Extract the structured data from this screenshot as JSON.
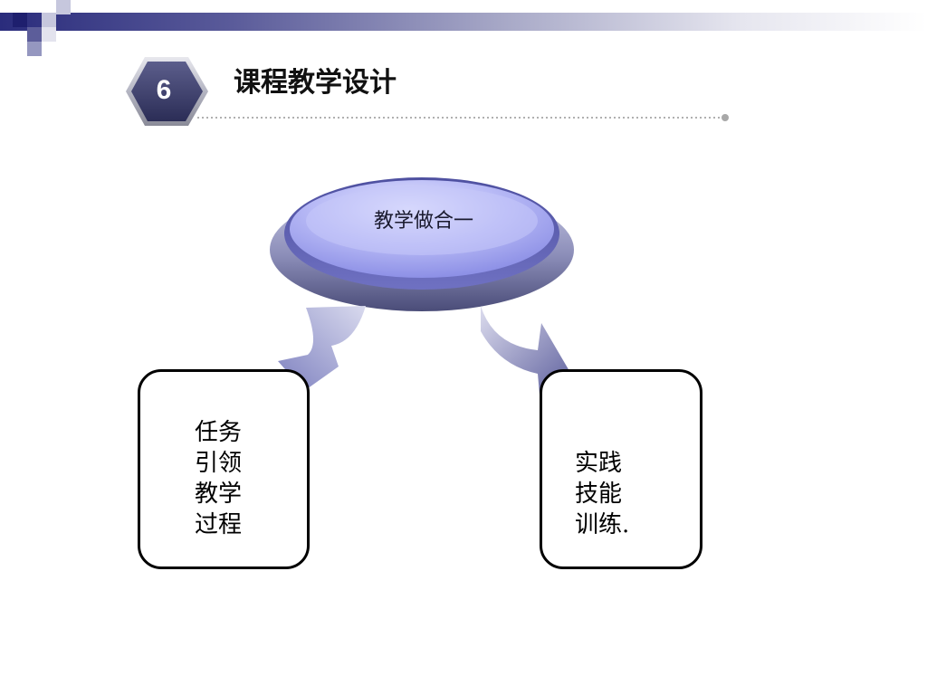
{
  "slide": {
    "number": "6",
    "title": "课程教学设计"
  },
  "diagram": {
    "hub": "教学做合一",
    "left_node": "任务\n引领\n教学\n过程",
    "right_node": "实践\n技能\n训练."
  },
  "colors": {
    "band_dark": "#2a2c7c",
    "badge_fill": "#3d3f6e",
    "hub_fill": "#a7a9f4",
    "arrow_fill": "#8a8cc8"
  }
}
